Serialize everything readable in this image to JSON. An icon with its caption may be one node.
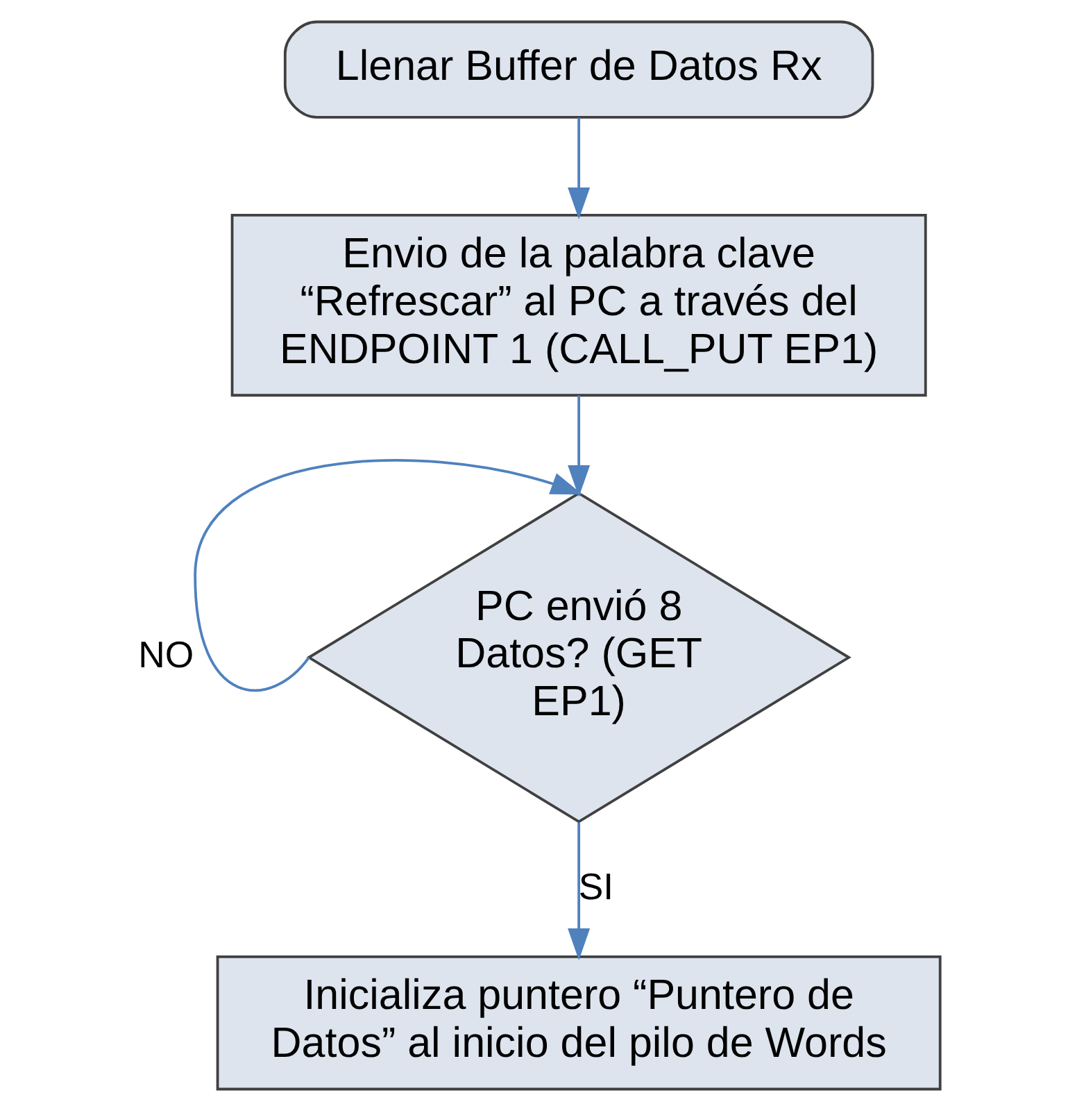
{
  "diagram": {
    "nodes": [
      {
        "text": [
          "Llenar Buffer de Datos Rx"
        ]
      },
      {
        "text": [
          "Envio de la palabra clave “Refrescar” al PC a través del ENDPOINT 1 (CALL_PUT EP1)"
        ]
      },
      {
        "text": [
          "PC envió 8 Datos? (GET EP1)"
        ]
      },
      {
        "text": [
          "Inicializa puntero “Puntero de Datos” al inicio del pilo de Words"
        ]
      }
    ],
    "edges": [
      {
        "from": 0,
        "to": 1,
        "arrow": "to"
      },
      {
        "from": 1,
        "to": 2,
        "arrow": "to"
      },
      {
        "from": 2,
        "to": 2,
        "arrow": "to",
        "label": "NO"
      },
      {
        "from": 2,
        "to": 3,
        "arrow": "to",
        "label": "SI"
      }
    ]
  }
}
